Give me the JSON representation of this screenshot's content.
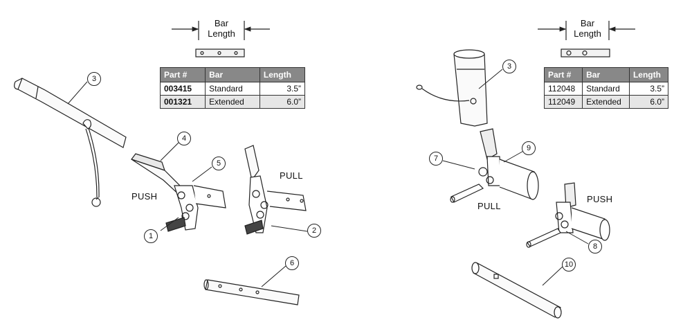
{
  "left_assembly": {
    "bar_dimension_label": "Bar\nLength",
    "table": {
      "headers": [
        "Part #",
        "Bar",
        "Length"
      ],
      "rows": [
        {
          "part": "003415",
          "bar": "Standard",
          "length": "3.5”"
        },
        {
          "part": "001321",
          "bar": "Extended",
          "length": "6.0”"
        }
      ]
    },
    "labels": {
      "push": "PUSH",
      "pull": "PULL"
    },
    "callouts": [
      "1",
      "2",
      "3",
      "4",
      "5",
      "6"
    ]
  },
  "right_assembly": {
    "bar_dimension_label": "Bar\nLength",
    "table": {
      "headers": [
        "Part #",
        "Bar",
        "Length"
      ],
      "rows": [
        {
          "part": "112048",
          "bar": "Standard",
          "length": "3.5”"
        },
        {
          "part": "112049",
          "bar": "Extended",
          "length": "6.0”"
        }
      ]
    },
    "labels": {
      "pull": "PULL",
      "push": "PUSH"
    },
    "callouts": [
      "3",
      "7",
      "8",
      "9",
      "10"
    ]
  }
}
